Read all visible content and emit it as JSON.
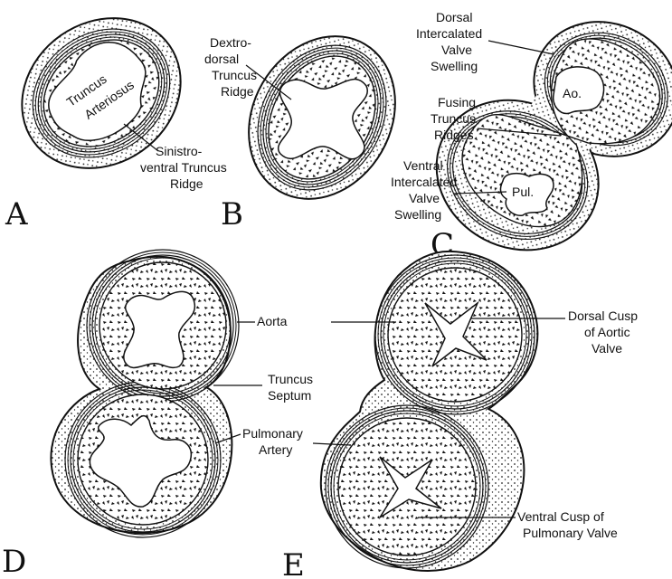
{
  "panels": {
    "A": {
      "letter": "A",
      "inner_label": [
        "Truncus",
        "Arteriosus"
      ],
      "ridge_label": [
        "Sinistro-",
        "ventral Truncus",
        "Ridge"
      ]
    },
    "B": {
      "letter": "B",
      "ridge_label": [
        "Dextro-",
        "dorsal",
        "Truncus",
        "Ridge"
      ]
    },
    "C": {
      "letter": "C",
      "dorsal_label": [
        "Dorsal",
        "Intercalated",
        "Valve",
        "Swelling"
      ],
      "fusing_label": [
        "Fusing",
        "Truncus",
        "Ridges"
      ],
      "ventral_label": [
        "Ventral",
        "Intercalated",
        "Valve",
        "Swelling"
      ],
      "ao": "Ao.",
      "pul": "Pul."
    },
    "D": {
      "letter": "D",
      "aorta": "Aorta",
      "septum_label": [
        "Truncus",
        "Septum"
      ],
      "pulmonary_label": [
        "Pulmonary",
        "Artery"
      ]
    },
    "E": {
      "letter": "E",
      "dorsal_cusp_label": [
        "Dorsal Cusp",
        "of Aortic",
        "Valve"
      ],
      "ventral_cusp_label": [
        "Ventral Cusp of",
        "Pulmonary Valve"
      ]
    }
  },
  "colors": {
    "ink": "#111111",
    "paper": "#ffffff"
  }
}
